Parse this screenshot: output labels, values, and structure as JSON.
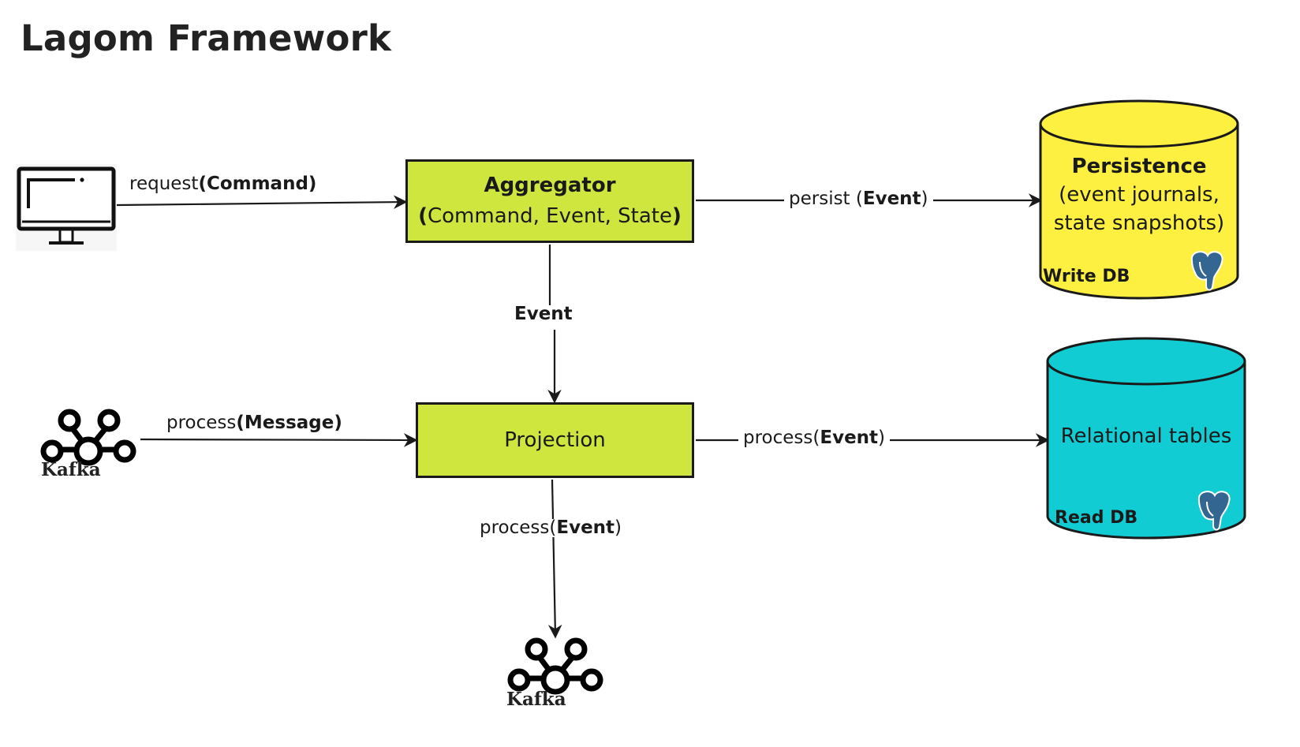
{
  "title": "Lagom Framework",
  "aggregator": {
    "name": "Aggregator",
    "open": "(",
    "components": "Command, Event, State",
    "close": ")"
  },
  "projection": {
    "name": "Projection"
  },
  "edges": {
    "request": {
      "prefix": "request",
      "emph": "(Command)"
    },
    "persist": {
      "prefix": "persist (",
      "emph": "Event",
      "suffix": ")"
    },
    "event_down": {
      "emph": "Event"
    },
    "process_message": {
      "prefix": "process",
      "emph": "(Message)"
    },
    "process_event_right": {
      "prefix": "process(",
      "emph": "Event",
      "suffix": ")"
    },
    "process_event_down": {
      "prefix": "process(",
      "emph": "Event",
      "suffix": ")"
    }
  },
  "write_db": {
    "heading": "Persistence",
    "line1": "(event journals,",
    "line2": "state snapshots)",
    "label": "Write DB",
    "color": "#fdf041"
  },
  "read_db": {
    "text": "Relational tables",
    "label": "Read DB",
    "color": "#12ccd3"
  },
  "kafka_source": {
    "label": "Kafka",
    "icon": "kafka-icon"
  },
  "kafka_sink": {
    "label": "Kafka",
    "icon": "kafka-icon"
  },
  "client": {
    "icon": "monitor-icon"
  },
  "colors": {
    "box_fill": "#cfe63f",
    "stroke": "#1a1a1a",
    "postgres_blue": "#336791"
  }
}
